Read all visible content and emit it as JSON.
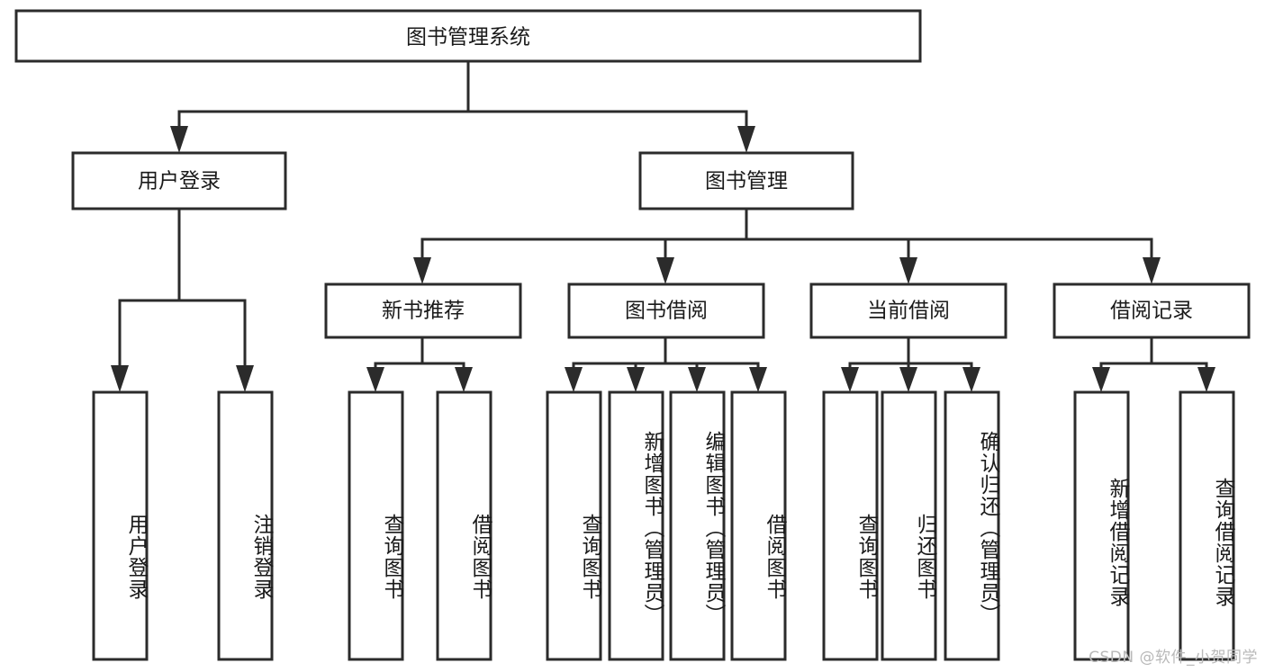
{
  "diagram": {
    "title": "图书管理系统",
    "type": "hierarchy-tree",
    "background_color": "#ffffff",
    "line_color": "#2b2b2b",
    "text_color": "#1a1a1a",
    "root": {
      "label": "图书管理系统"
    },
    "level2": [
      {
        "label": "用户登录"
      },
      {
        "label": "图书管理"
      }
    ],
    "level3": [
      {
        "label": "新书推荐"
      },
      {
        "label": "图书借阅"
      },
      {
        "label": "当前借阅"
      },
      {
        "label": "借阅记录"
      }
    ],
    "leaves": {
      "user_login": [
        {
          "label": "用户登录"
        },
        {
          "label": "注销登录"
        }
      ],
      "new_book_recommend": [
        {
          "label": "查询图书"
        },
        {
          "label": "借阅图书"
        }
      ],
      "book_borrow": [
        {
          "label": "查询图书"
        },
        {
          "label": "新增图书（管理员）"
        },
        {
          "label": "编辑图书（管理员）"
        },
        {
          "label": "借阅图书"
        }
      ],
      "current_borrow": [
        {
          "label": "查询图书"
        },
        {
          "label": "归还图书"
        },
        {
          "label": "确认归还（管理员）"
        }
      ],
      "borrow_record": [
        {
          "label": "新增借阅记录"
        },
        {
          "label": "查询借阅记录"
        }
      ]
    },
    "watermark": "CSDN @软件_小贺同学"
  }
}
